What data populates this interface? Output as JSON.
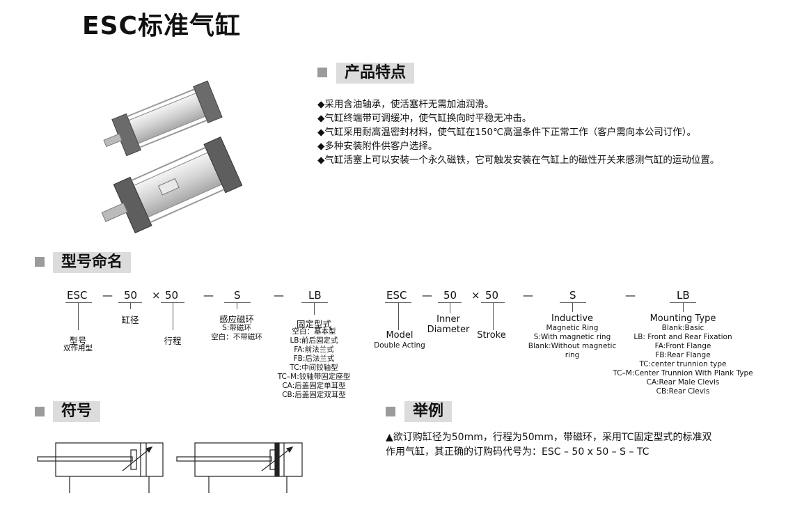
{
  "title": "ESC标准气缸",
  "features": {
    "heading": "产品特点",
    "items": [
      "◆采用含油轴承，使活塞杆无需加油润滑。",
      "◆气缸终端带可调缓冲，使气缸换向时平稳无冲击。",
      "◆气缸采用耐高温密封材料，使气缸在150℃高温条件下正常工作（客户需向本公司订作）。",
      "◆多种安装附件供客户选择。",
      "◆气缸活塞上可以安装一个永久磁铁，它可触发安装在气缸上的磁性开关来感测气缸的运动位置。"
    ]
  },
  "model_naming": {
    "heading": "型号命名",
    "cn": {
      "code": [
        "ESC",
        "—",
        "50",
        "×",
        "50",
        "—",
        "S",
        "—",
        "LB"
      ],
      "model_label": "型号",
      "model_sub": "双作用型",
      "bore_label": "缸径",
      "stroke_label": "行程",
      "magnet_label": "感应磁环",
      "magnet_opts": [
        "S:带磁环",
        "空白：不带磁环"
      ],
      "mount_label": "固定型式",
      "mount_opts": [
        "空白：基本型",
        "LB:前后固定式",
        "FA:前法兰式",
        "FB:后法兰式",
        "TC:中间铰轴型",
        "TC–M:铰轴带固定座型",
        "CA:后盖固定单耳型",
        "CB:后盖固定双耳型"
      ]
    },
    "en": {
      "code": [
        "ESC",
        "—",
        "50",
        "×",
        "50",
        "—",
        "S",
        "—",
        "LB"
      ],
      "model_label": "Model",
      "model_sub": "Double Acting",
      "bore_label1": "Inner",
      "bore_label2": "Diameter",
      "stroke_label": "Stroke",
      "magnet_label": "Inductive",
      "magnet_sub": "Magnetic Ring",
      "magnet_opts": [
        "S:With magnetic ring",
        "Blank:Without magnetic ring"
      ],
      "mount_label": "Mounting Type",
      "mount_opts": [
        "Blank:Basic",
        "LB: Front and Rear Fixation",
        "FA:Front Flange",
        "FB:Rear Flange",
        "TC:center trunnion type",
        "TC–M:Center Trunnion With Plank Type",
        "CA:Rear Male Clevis",
        "CB:Rear Clevis"
      ]
    }
  },
  "symbol": {
    "heading": "符号"
  },
  "example": {
    "heading": "举例",
    "line1": "▲欲订购缸径为50mm，行程为50mm，带磁环，采用TC固定型式的标准双",
    "line2": "作用气缸，其正确的订购码代号为：ESC – 50 x 50 – S – TC"
  }
}
